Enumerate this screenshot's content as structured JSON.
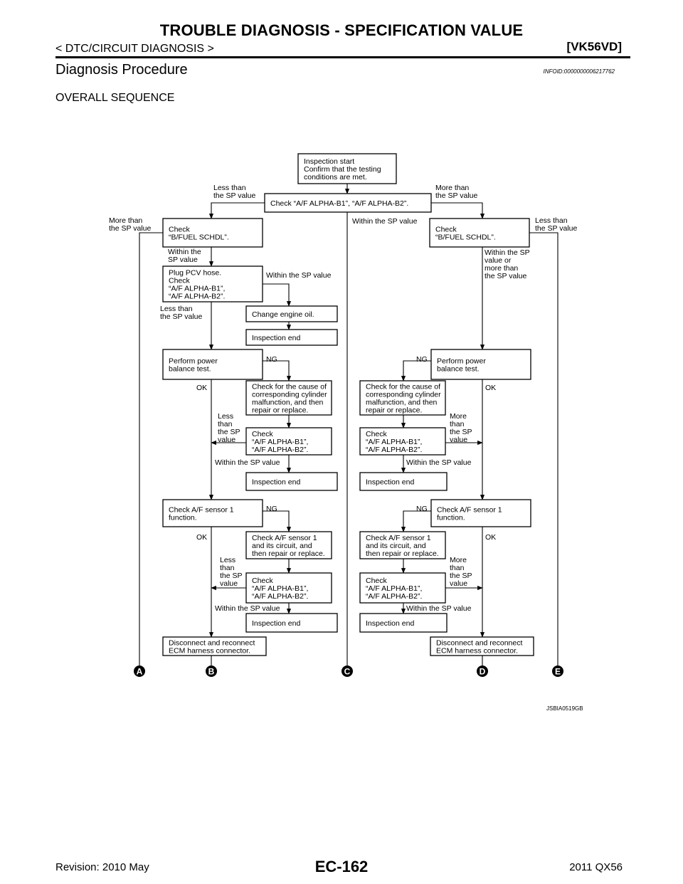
{
  "header": {
    "title": "TROUBLE DIAGNOSIS - SPECIFICATION VALUE",
    "subtitle": "< DTC/CIRCUIT DIAGNOSIS >",
    "model_tag": "[VK56VD]"
  },
  "section": {
    "title": "Diagnosis Procedure",
    "info_id": "INFOID:0000000006217762",
    "overall": "OVERALL SEQUENCE"
  },
  "diagram": {
    "boxes": {
      "start": [
        "Inspection start",
        "Confirm that the testing",
        "conditions are met."
      ],
      "check_alpha_top": [
        "Check “A/F ALPHA-B1”, “A/F ALPHA-B2”."
      ],
      "schdl_left": [
        "Check",
        "“B/FUEL SCHDL”."
      ],
      "schdl_right": [
        "Check",
        "“B/FUEL SCHDL”."
      ],
      "pcv": [
        "Plug PCV hose.",
        "Check",
        "“A/F ALPHA-B1”,",
        "“A/F ALPHA-B2”."
      ],
      "oil": [
        "Change engine oil."
      ],
      "end_oil": [
        "Inspection end"
      ],
      "power_left": [
        "Perform power",
        "balance test."
      ],
      "power_right": [
        "Perform power",
        "balance test."
      ],
      "cyl_left": [
        "Check for the cause of",
        "corresponding cylinder",
        "malfunction, and then",
        "repair or replace."
      ],
      "cyl_right": [
        "Check for the cause of",
        "corresponding cylinder",
        "malfunction, and then",
        "repair or replace."
      ],
      "alpha_l1": [
        "Check",
        "“A/F ALPHA-B1”,",
        "“A/F ALPHA-B2”."
      ],
      "alpha_r1": [
        "Check",
        "“A/F ALPHA-B1”,",
        "“A/F ALPHA-B2”."
      ],
      "end_l1": [
        "Inspection end"
      ],
      "end_r1": [
        "Inspection end"
      ],
      "afs_left": [
        "Check A/F sensor 1",
        "function."
      ],
      "afs_right": [
        "Check A/F sensor 1",
        "function."
      ],
      "afc_left": [
        "Check A/F sensor 1",
        "and its circuit, and",
        "then repair or replace."
      ],
      "afc_right": [
        "Check A/F sensor 1",
        "and its circuit, and",
        "then repair or replace."
      ],
      "alpha_l2": [
        "Check",
        "“A/F ALPHA-B1”,",
        "“A/F ALPHA-B2”."
      ],
      "alpha_r2": [
        "Check",
        "“A/F ALPHA-B1”,",
        "“A/F ALPHA-B2”."
      ],
      "end_l2": [
        "Inspection end"
      ],
      "end_r2": [
        "Inspection end"
      ],
      "ecm_left": [
        "Disconnect and reconnect",
        "ECM harness connector."
      ],
      "ecm_right": [
        "Disconnect and reconnect",
        "ECM harness connector."
      ]
    },
    "labels": {
      "top_less": [
        "Less than",
        "the SP value"
      ],
      "top_more": [
        "More than",
        "the SP value"
      ],
      "within_center": [
        "Within the SP value"
      ],
      "left_more": [
        "More than",
        "the SP value"
      ],
      "right_less": [
        "Less than",
        "the SP value"
      ],
      "within_left": [
        "Within the",
        "SP value"
      ],
      "within_right": [
        "Within the SP",
        "value or",
        "more than",
        "the SP value"
      ],
      "pcv_within": [
        "Within the SP value"
      ],
      "pcv_less": [
        "Less than",
        "the SP value"
      ],
      "ng_l1": [
        "NG"
      ],
      "ng_r1": [
        "NG"
      ],
      "ok_l1": [
        "OK"
      ],
      "ok_r1": [
        "OK"
      ],
      "less_l1": [
        "Less",
        "than",
        "the SP",
        "value"
      ],
      "more_r1": [
        "More",
        "than",
        "the SP",
        "value"
      ],
      "within_l1": [
        "Within the SP value"
      ],
      "within_r1": [
        "Within the SP value"
      ],
      "ng_l2": [
        "NG"
      ],
      "ng_r2": [
        "NG"
      ],
      "ok_l2": [
        "OK"
      ],
      "ok_r2": [
        "OK"
      ],
      "less_l2": [
        "Less",
        "than",
        "the SP",
        "value"
      ],
      "more_r2": [
        "More",
        "than",
        "the SP",
        "value"
      ],
      "within_l2": [
        "Within the SP value"
      ],
      "within_r2": [
        "Within the SP value"
      ]
    },
    "connectors": {
      "A": "A",
      "B": "B",
      "C": "C",
      "D": "D",
      "E": "E"
    },
    "figure_id": "JSBIA0519GB"
  },
  "footer": {
    "page": "EC-162",
    "revision": "Revision: 2010 May",
    "model": "2011 QX56"
  }
}
